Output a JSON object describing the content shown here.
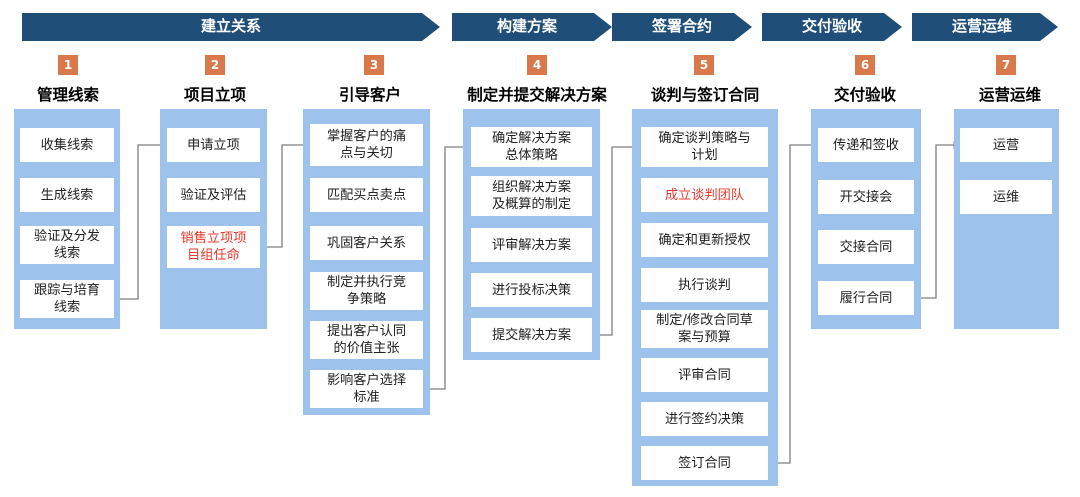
{
  "phases": [
    {
      "label": "建立关系"
    },
    {
      "label": "构建方案"
    },
    {
      "label": "签署合约"
    },
    {
      "label": "交付验收"
    },
    {
      "label": "运营运维"
    }
  ],
  "steps": [
    {
      "number": "1",
      "title": "管理线索",
      "items": [
        {
          "text": "收集线索"
        },
        {
          "text": "生成线索"
        },
        {
          "text": "验证及分发\n线索"
        },
        {
          "text": "跟踪与培育\n线索"
        }
      ]
    },
    {
      "number": "2",
      "title": "项目立项",
      "items": [
        {
          "text": "申请立项"
        },
        {
          "text": "验证及评估"
        },
        {
          "text": "销售立项项\n目组任命",
          "highlight": true
        }
      ]
    },
    {
      "number": "3",
      "title": "引导客户",
      "items": [
        {
          "text": "掌握客户的痛\n点与关切"
        },
        {
          "text": "匹配买点卖点"
        },
        {
          "text": "巩固客户关系"
        },
        {
          "text": "制定并执行竞\n争策略"
        },
        {
          "text": "提出客户认同\n的价值主张"
        },
        {
          "text": "影响客户选择\n标准"
        }
      ]
    },
    {
      "number": "4",
      "title": "制定并提交解决方案",
      "items": [
        {
          "text": "确定解决方案\n总体策略"
        },
        {
          "text": "组织解决方案\n及概算的制定"
        },
        {
          "text": "评审解决方案"
        },
        {
          "text": "进行投标决策"
        },
        {
          "text": "提交解决方案"
        }
      ]
    },
    {
      "number": "5",
      "title": "谈判与签订合同",
      "items": [
        {
          "text": "确定谈判策略与\n计划"
        },
        {
          "text": "成立谈判团队",
          "highlight": true
        },
        {
          "text": "确定和更新授权"
        },
        {
          "text": "执行谈判"
        },
        {
          "text": "制定/修改合同草\n案与预算"
        },
        {
          "text": "评审合同"
        },
        {
          "text": "进行签约决策"
        },
        {
          "text": "签订合同"
        }
      ]
    },
    {
      "number": "6",
      "title": "交付验收",
      "items": [
        {
          "text": "传递和签收"
        },
        {
          "text": "开交接会"
        },
        {
          "text": "交接合同"
        },
        {
          "text": "履行合同"
        }
      ]
    },
    {
      "number": "7",
      "title": "运营运维",
      "items": [
        {
          "text": "运营"
        },
        {
          "text": "运维"
        }
      ]
    }
  ],
  "colors": {
    "banner": "#1f4e79",
    "number_badge": "#d9784a",
    "panel": "#9dc3ec",
    "arrow_gray": "#7f7f7f",
    "connector": "#7f7f7f",
    "highlight_text": "#e8392e"
  }
}
